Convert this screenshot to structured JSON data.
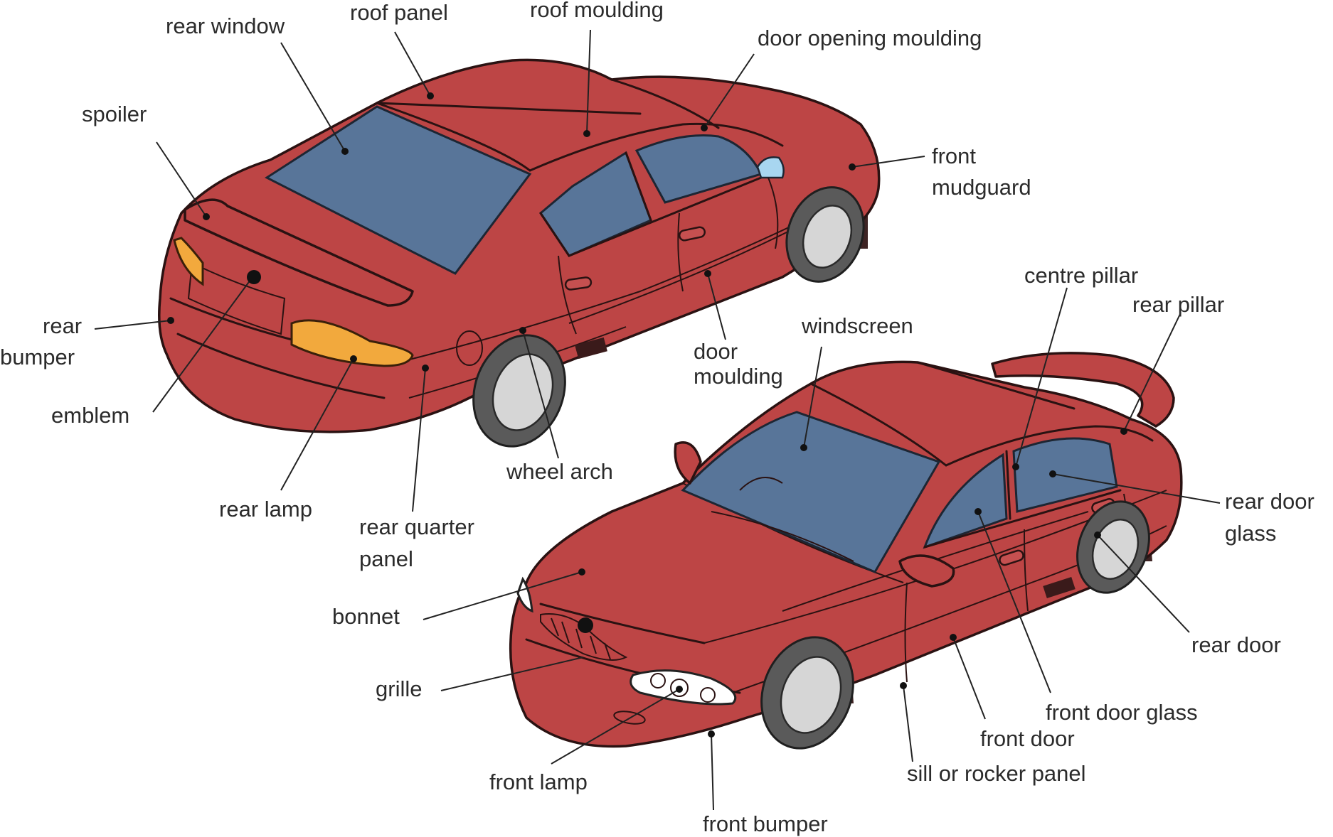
{
  "labels": {
    "rear_window": "rear window",
    "roof_panel": "roof panel",
    "roof_moulding": "roof moulding",
    "door_opening_moulding": "door opening moulding",
    "spoiler": "spoiler",
    "front_mudguard_1": "front",
    "front_mudguard_2": "mudguard",
    "rear_bumper_1": "rear",
    "rear_bumper_2": "bumper",
    "emblem": "emblem",
    "door_moulding_1": "door",
    "door_moulding_2": "moulding",
    "wheel_arch": "wheel arch",
    "rear_lamp": "rear lamp",
    "rear_quarter_panel_1": "rear quarter",
    "rear_quarter_panel_2": "panel",
    "centre_pillar": "centre pillar",
    "rear_pillar": "rear pillar",
    "windscreen": "windscreen",
    "rear_door_glass_1": "rear door",
    "rear_door_glass_2": "glass",
    "bonnet": "bonnet",
    "rear_door": "rear door",
    "grille": "grille",
    "front_door_glass": "front door glass",
    "front_door": "front door",
    "sill_or_rocker_panel": "sill or rocker panel",
    "front_lamp": "front lamp",
    "front_bumper": "front bumper"
  },
  "colors": {
    "body": "#bd4545",
    "glass": "#587599",
    "lamp_rear": "#f2a93d",
    "tyre": "#5a5a5a",
    "hub": "#d6d6d6"
  }
}
